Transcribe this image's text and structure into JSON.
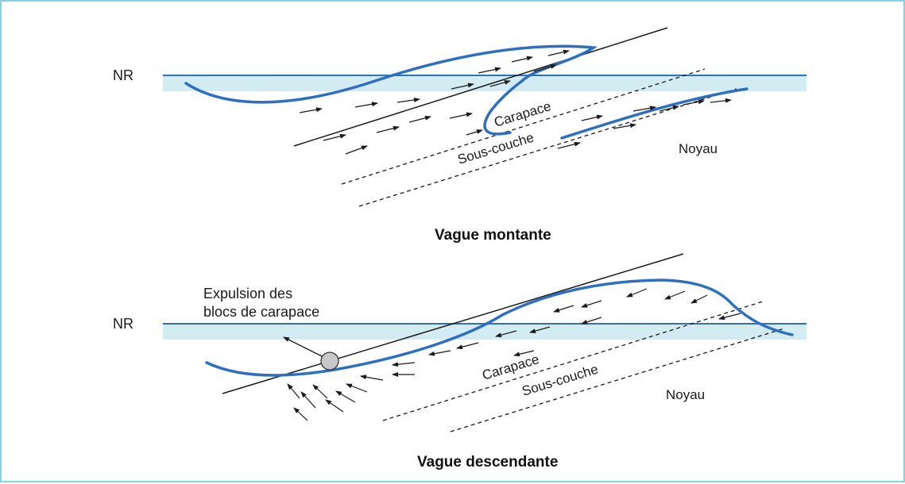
{
  "colors": {
    "frame_border": "#7fd6de",
    "water_band": "#d3ecf3",
    "wave_blue": "#2f6fc0",
    "line_dark": "#1a1a1a"
  },
  "top_panel": {
    "level_label": "NR",
    "layer_carapace": "Carapace",
    "layer_sous_couche": "Sous-couche",
    "layer_noyau": "Noyau",
    "caption": "Vague montante"
  },
  "bottom_panel": {
    "level_label": "NR",
    "expulsion_line1": "Expulsion des",
    "expulsion_line2": "blocs de carapace",
    "layer_carapace": "Carapace",
    "layer_sous_couche": "Sous-couche",
    "layer_noyau": "Noyau",
    "caption": "Vague descendante"
  }
}
